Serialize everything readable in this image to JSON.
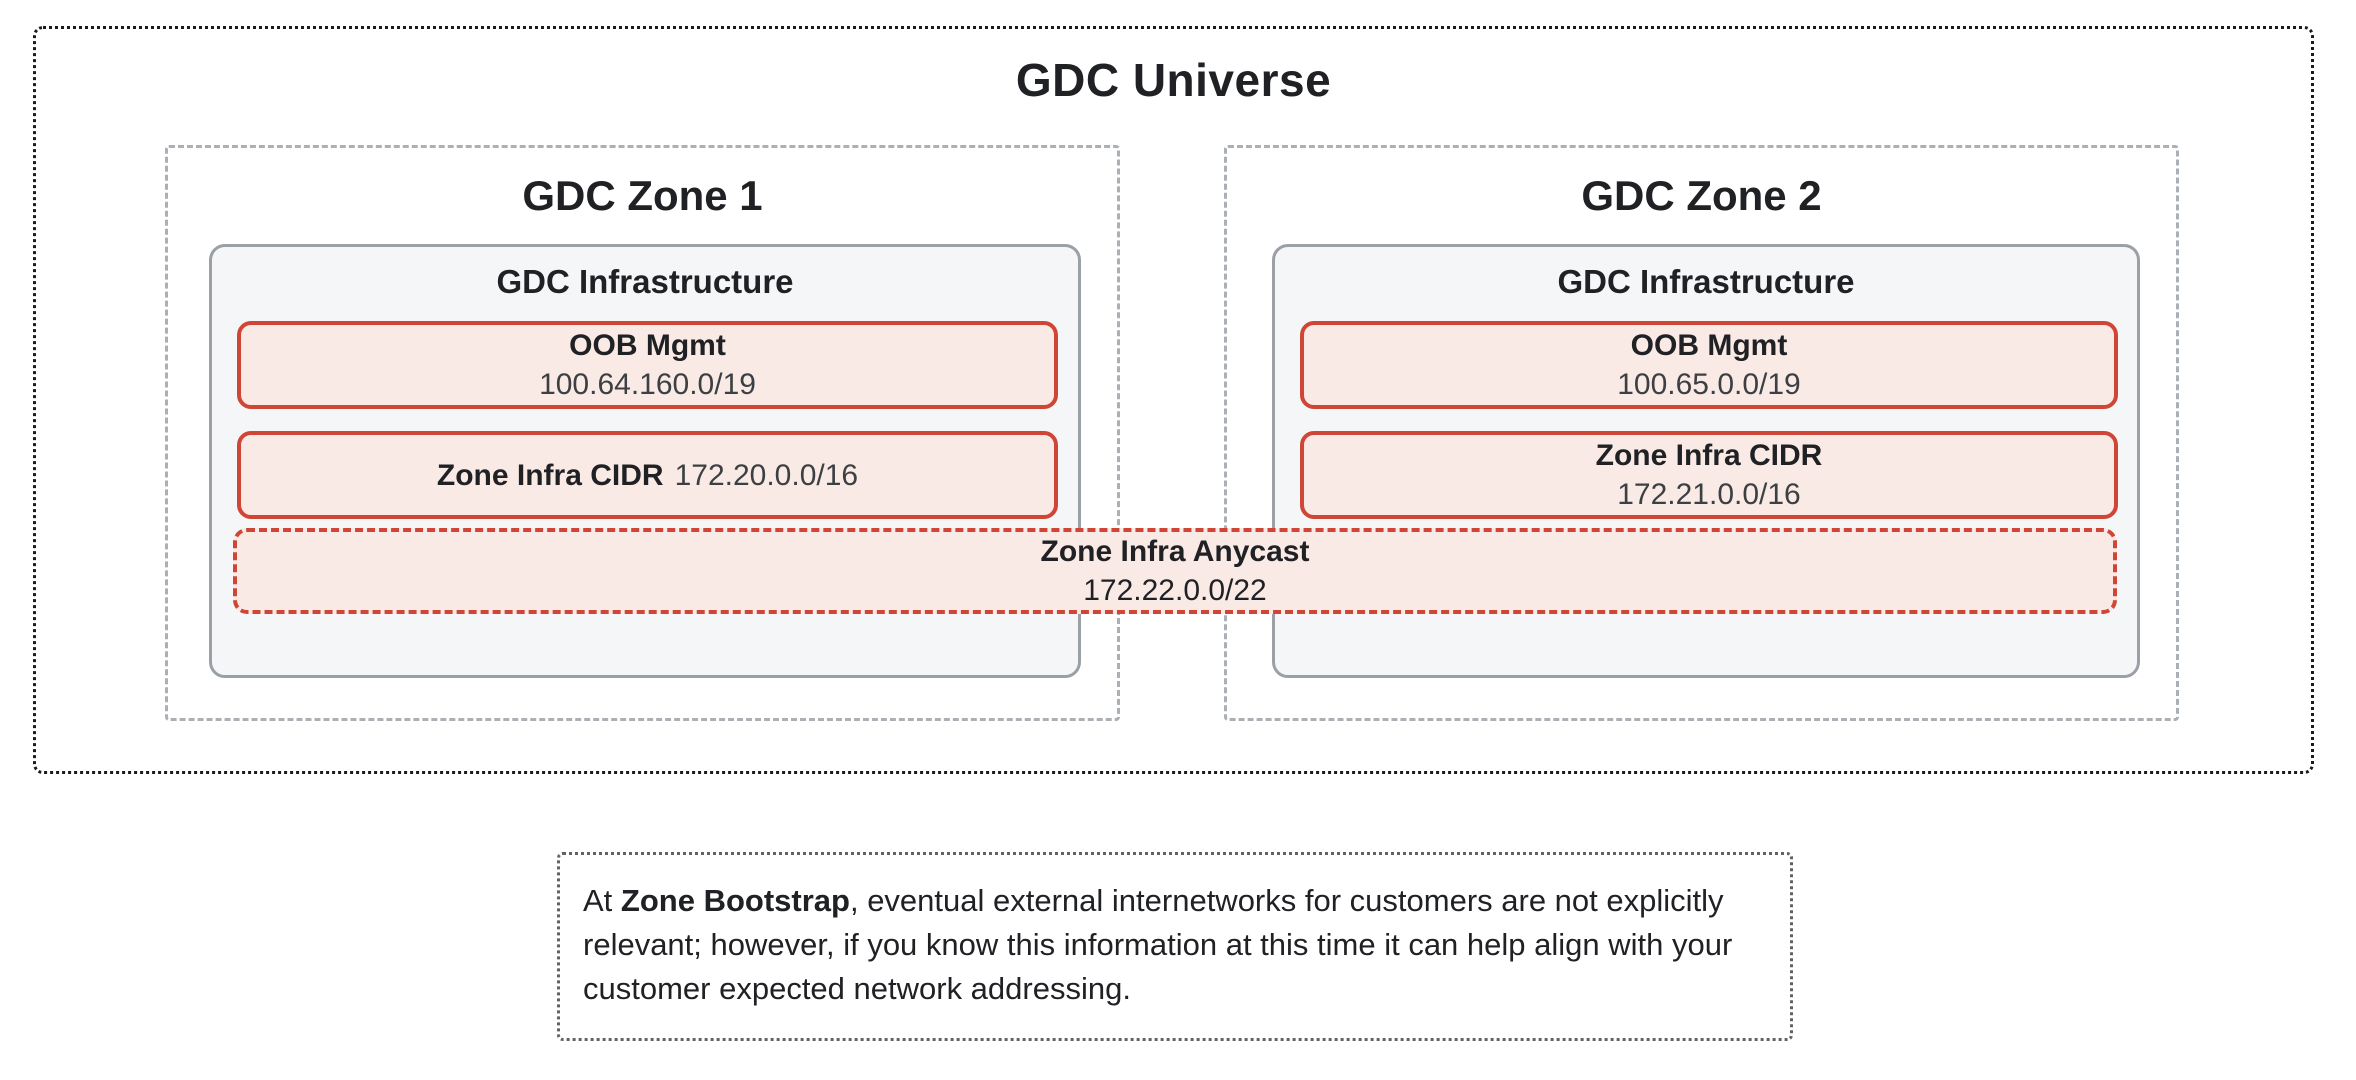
{
  "diagram": {
    "universe_title": "GDC Universe",
    "zones": [
      {
        "title": "GDC Zone 1",
        "infra_title": "GDC Infrastructure",
        "oob_label": "OOB Mgmt",
        "oob_cidr": "100.64.160.0/19",
        "cidr_label": "Zone Infra CIDR",
        "cidr_value": "172.20.0.0/16"
      },
      {
        "title": "GDC Zone 2",
        "infra_title": "GDC Infrastructure",
        "oob_label": "OOB Mgmt",
        "oob_cidr": "100.65.0.0/19",
        "cidr_label": "Zone Infra CIDR",
        "cidr_value": "172.21.0.0/16"
      }
    ],
    "anycast_label": "Zone Infra Anycast",
    "anycast_cidr": "172.22.0.0/22"
  },
  "note": {
    "prefix": "At ",
    "bold": "Zone Bootstrap",
    "rest": ", eventual external internetworks for customers are not explicitly relevant; however, if you know this information at this time it can help align with your customer expected network addressing."
  },
  "colors": {
    "accent_red": "#cf4637",
    "accent_red_fill": "#faeae6",
    "infra_fill": "#f5f6f8",
    "infra_border": "#9aa0a6",
    "zone_border": "#aab0b5",
    "outer_border": "#1b1b1b",
    "note_border": "#5f6368",
    "text_primary": "#202124",
    "text_secondary": "#3c4043"
  }
}
